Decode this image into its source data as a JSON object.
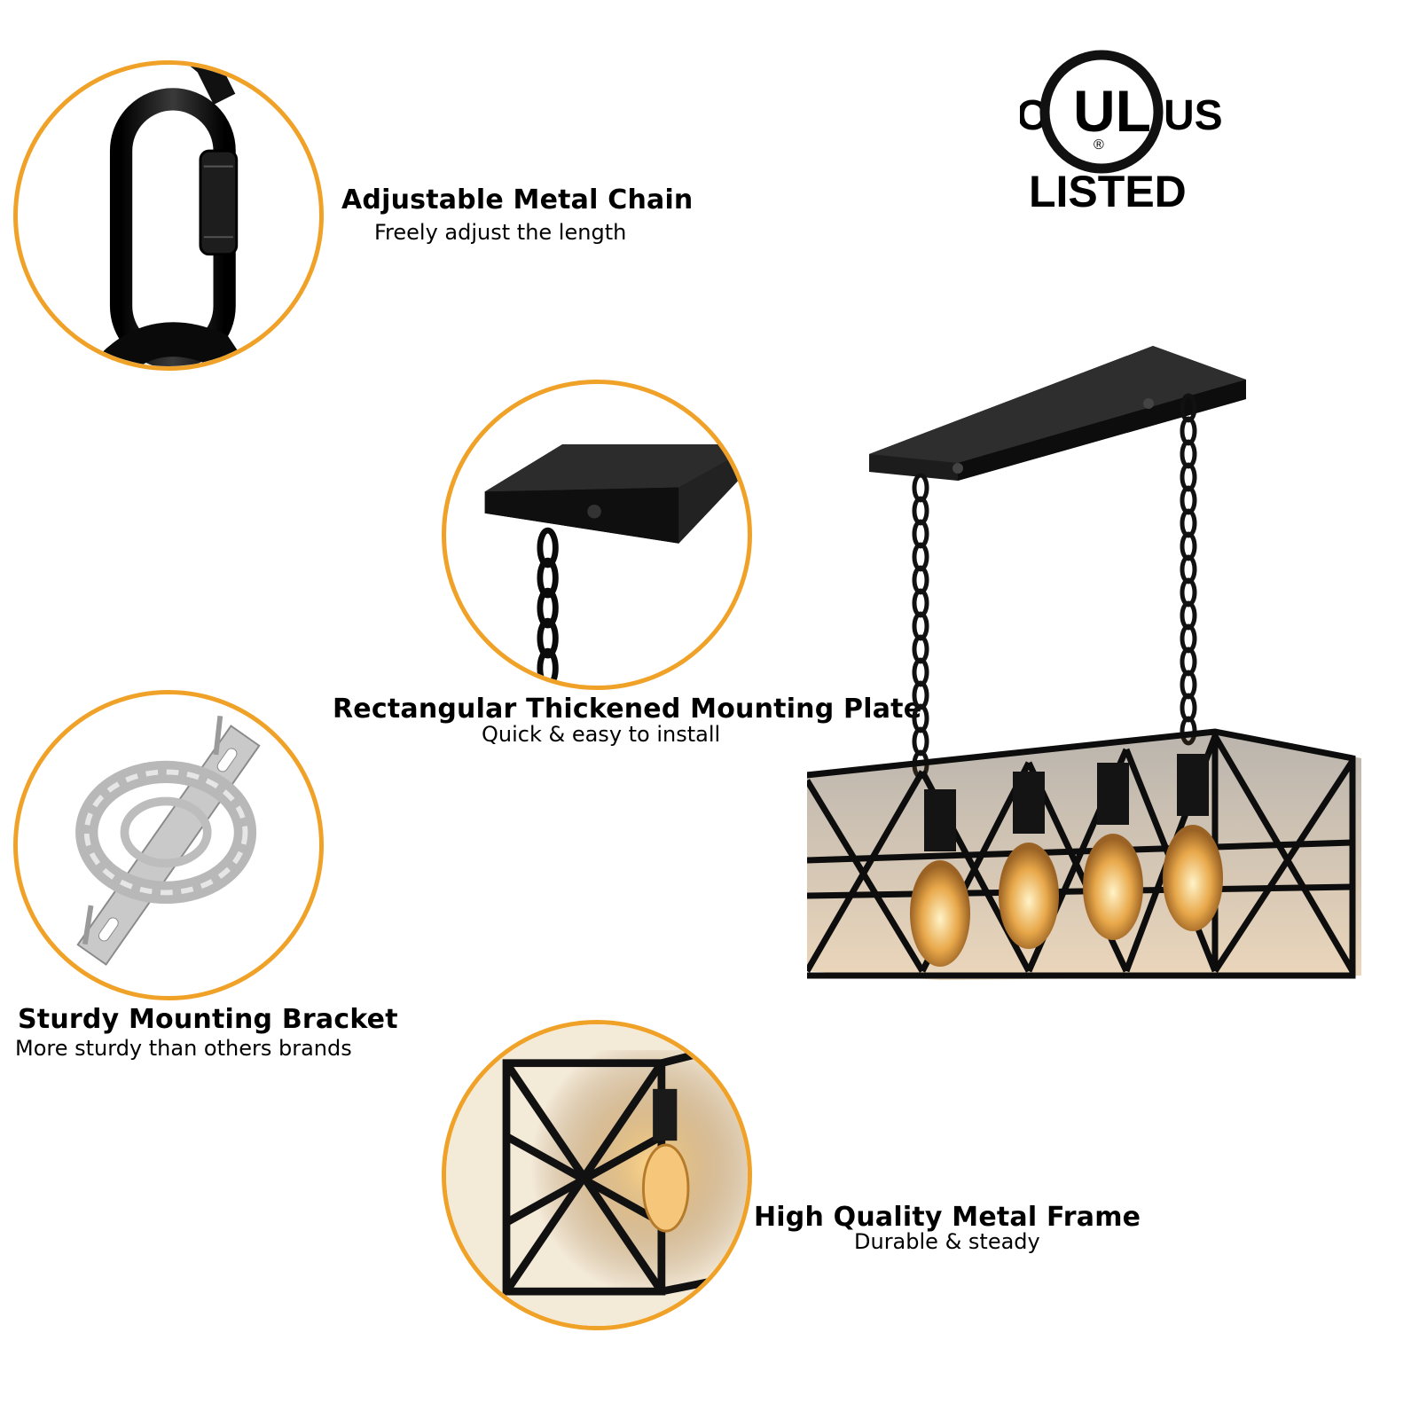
{
  "colors": {
    "accent": "#f0a228",
    "metal": "#141414",
    "bulb": "#e8a84a"
  },
  "certification": {
    "left": "C",
    "center": "UL",
    "right": "US",
    "bottom": "LISTED",
    "mark": "®"
  },
  "features": [
    {
      "title": "Adjustable Metal Chain",
      "subtitle": "Freely adjust the length",
      "icon": "chain-link-icon"
    },
    {
      "title": "Rectangular Thickened Mounting Plate",
      "subtitle": "Quick & easy to install",
      "icon": "mounting-plate-icon"
    },
    {
      "title": "Sturdy Mounting Bracket",
      "subtitle": "More sturdy than others brands",
      "icon": "mounting-bracket-icon"
    },
    {
      "title": "High Quality Metal Frame",
      "subtitle": "Durable & steady",
      "icon": "metal-frame-icon"
    }
  ]
}
